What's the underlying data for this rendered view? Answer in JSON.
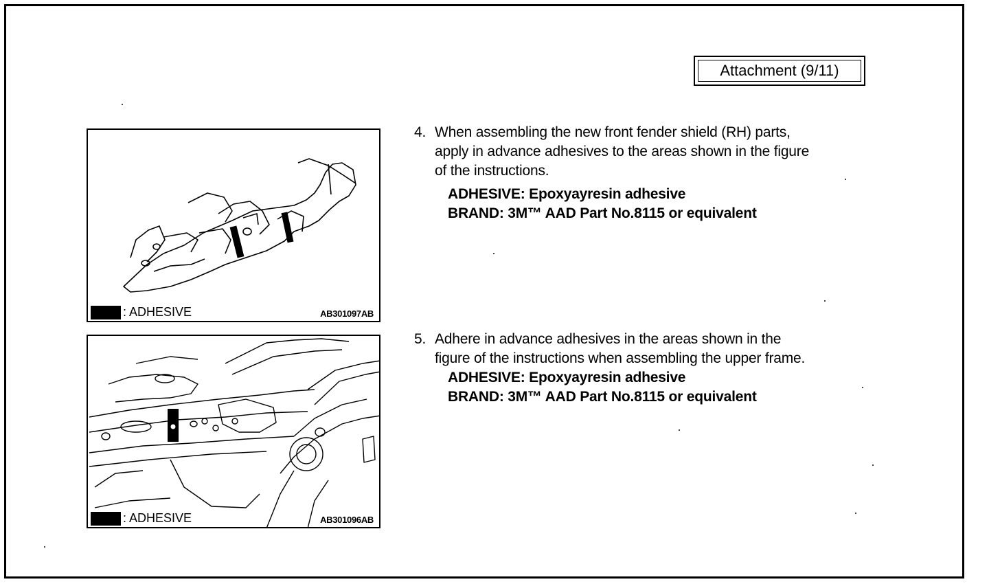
{
  "attachment_label": "Attachment (9/11)",
  "figures": [
    {
      "legend_text": ": ADHESIVE",
      "code": "AB301097AB"
    },
    {
      "legend_text": ": ADHESIVE",
      "code": "AB301096AB"
    }
  ],
  "steps": [
    {
      "number": "4.",
      "lines": [
        "When assembling the new front fender shield (RH) parts,",
        "apply in advance adhesives to the areas shown in the figure",
        "of the instructions."
      ],
      "adhesive": "ADHESIVE: Epoxyayresin adhesive",
      "brand": "BRAND: 3M™ AAD Part No.8115 or equivalent"
    },
    {
      "number": "5.",
      "lines": [
        "Adhere in advance adhesives in the areas shown in the",
        "figure of the instructions when assembling the upper frame."
      ],
      "adhesive": "ADHESIVE: Epoxyayresin adhesive",
      "brand": "BRAND: 3M™ AAD Part No.8115 or equivalent"
    }
  ]
}
